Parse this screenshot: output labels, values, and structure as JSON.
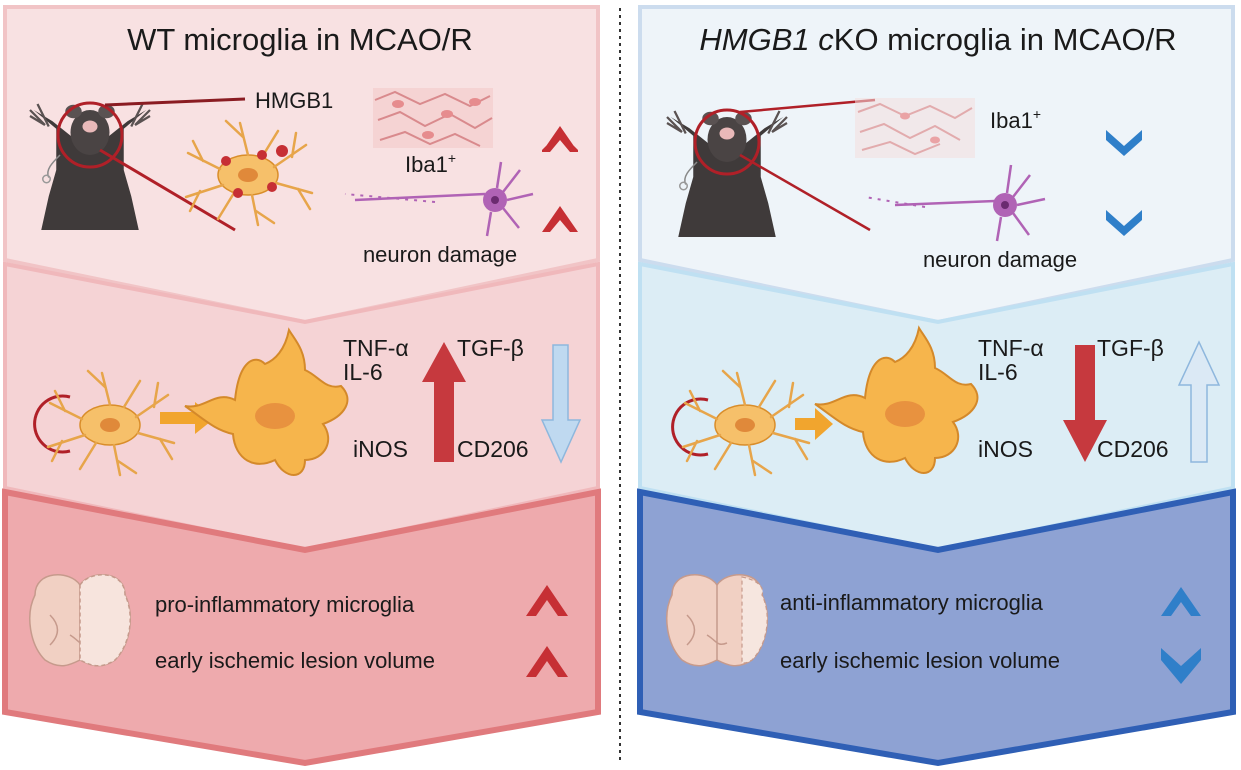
{
  "colors": {
    "wt_panel_light": "#f8e1e2",
    "wt_panel_mid": "#f3cdcf",
    "wt_panel_dark": "#eeaaad",
    "wt_border": "#e07a7d",
    "ko_panel_light": "#eaf2f8",
    "ko_panel_mid": "#d3e9f3",
    "ko_panel_dark": "#8ea2d3",
    "ko_border": "#2f5fb5",
    "up_red": "#c62f34",
    "down_blue": "#2f7fc9",
    "microglia_orange": "#f6b54c",
    "neuron_purple": "#b063b5"
  },
  "wt": {
    "title": "WT  microglia in MCAO/R",
    "hmgb1_label": "HMGB1",
    "iba1_label": "Iba1",
    "iba1_sup": "+",
    "neuron_label": "neuron damage",
    "pro_cytokine_1": "TNF-α",
    "pro_cytokine_2": "IL-6",
    "pro_marker": "iNOS",
    "anti_cytokine": "TGF-β",
    "anti_marker": "CD206",
    "outcome_1": "pro-inflammatory microglia",
    "outcome_2": "early ischemic lesion volume"
  },
  "ko": {
    "title_italic": "HMGB1",
    "title_c": "c",
    "title_rest": "KO microglia in MCAO/R",
    "iba1_label": "Iba1",
    "iba1_sup": "+",
    "neuron_label": "neuron damage",
    "pro_cytokine_1": "TNF-α",
    "pro_cytokine_2": "IL-6",
    "pro_marker": "iNOS",
    "anti_cytokine": "TGF-β",
    "anti_marker": "CD206",
    "outcome_1": "anti-inflammatory microglia",
    "outcome_2": "early ischemic lesion volume"
  },
  "icons": [
    "mouse-icon",
    "microglia-icon",
    "neuron-icon",
    "brain-section-icon",
    "chevron-up-icon",
    "chevron-down-icon",
    "block-arrow-icon"
  ]
}
